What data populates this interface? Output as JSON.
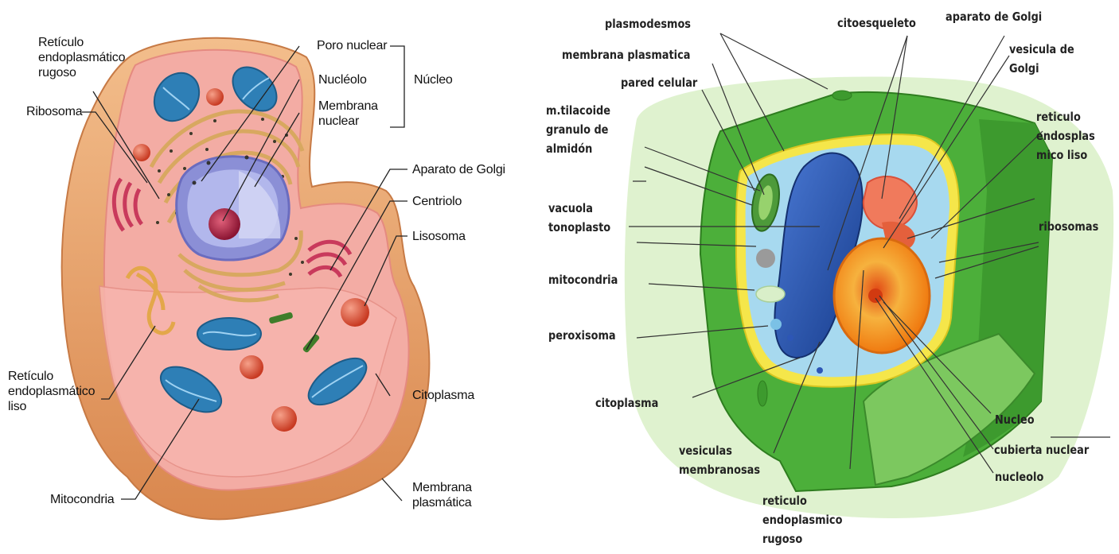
{
  "animal_cell": {
    "labels": {
      "reticulo_rugoso": "Retículo\nendoplasmático\nrugoso",
      "ribosoma": "Ribosoma",
      "poro_nuclear": "Poro nuclear",
      "nucleolo": "Nucléolo",
      "membrana_nuclear": "Membrana\nnuclear",
      "nucleo": "Núcleo",
      "aparato_golgi": "Aparato de Golgi",
      "centriolo": "Centriolo",
      "lisosoma": "Lisosoma",
      "reticulo_liso": "Retículo\nendoplasmático\nliso",
      "citoplasma": "Citoplasma",
      "mitocondria": "Mitocondria",
      "membrana_plasmatica": "Membrana\nplasmática"
    }
  },
  "plant_cell": {
    "labels": {
      "plasmodesmos": "plasmodesmos",
      "membrana_plasmatica": "membrana plasmatica",
      "pared_celular": "pared celular",
      "tilacoide_almidon": "m.tilacoide\ngranulo de\nalmidón",
      "vacuola": "vacuola\ntonoplasto",
      "mitocondria": "mitocondria",
      "peroxisoma": "peroxisoma",
      "citoplasma": "citoplasma",
      "vesiculas": "vesiculas\nmembranosas",
      "reticulo_rugoso": "reticulo\nendoplasmico\nrugoso",
      "citoesqueleto": "citoesqueleto",
      "aparato_golgi": "aparato de Golgi",
      "vesicula_golgi": "vesicula de\nGolgi",
      "reticulo_liso": "reticulo\nendosplas\nmico liso",
      "ribosomas": "ribosomas",
      "nucleo": "Nucleo",
      "cubierta_nuclear": "cubierta nuclear",
      "nucleolo": "nucleolo"
    }
  },
  "colors": {
    "membrane_outer": "#e9a56a",
    "cytoplasm": "#f2a8a0",
    "mitochondria": "#2e7fb6",
    "lysosome": "#d94a2e",
    "golgi": "#c93a5c",
    "plant_wall": "#4caf3a",
    "plant_vacuole": "#1f4fa6",
    "plant_nucleus": "#f39a1c"
  }
}
